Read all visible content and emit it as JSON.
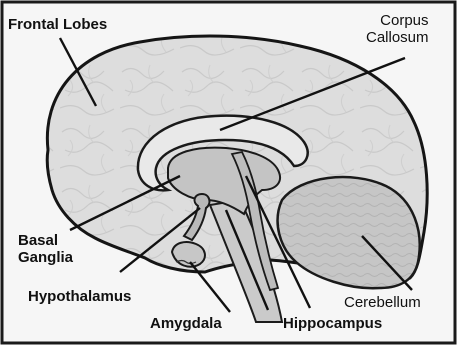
{
  "labels": {
    "frontal_lobes": "Frontal Lobes",
    "corpus_callosum": {
      "line1": "Corpus",
      "line2": "Callosum"
    },
    "basal_ganglia": {
      "line1": "Basal",
      "line2": "Ganglia"
    },
    "hypothalamus": "Hypothalamus",
    "amygdala": "Amygdala",
    "hippocampus": "Hippocampus",
    "cerebellum": "Cerebellum"
  },
  "colors": {
    "border": "#111111",
    "brain_fill": "#dcdcdc",
    "brain_light": "#e8e8e8",
    "inner_fill": "#c4c4c4",
    "inner_light": "#eeeeee",
    "cerebellum_fill": "#c8c8c8",
    "text": "#111111"
  }
}
